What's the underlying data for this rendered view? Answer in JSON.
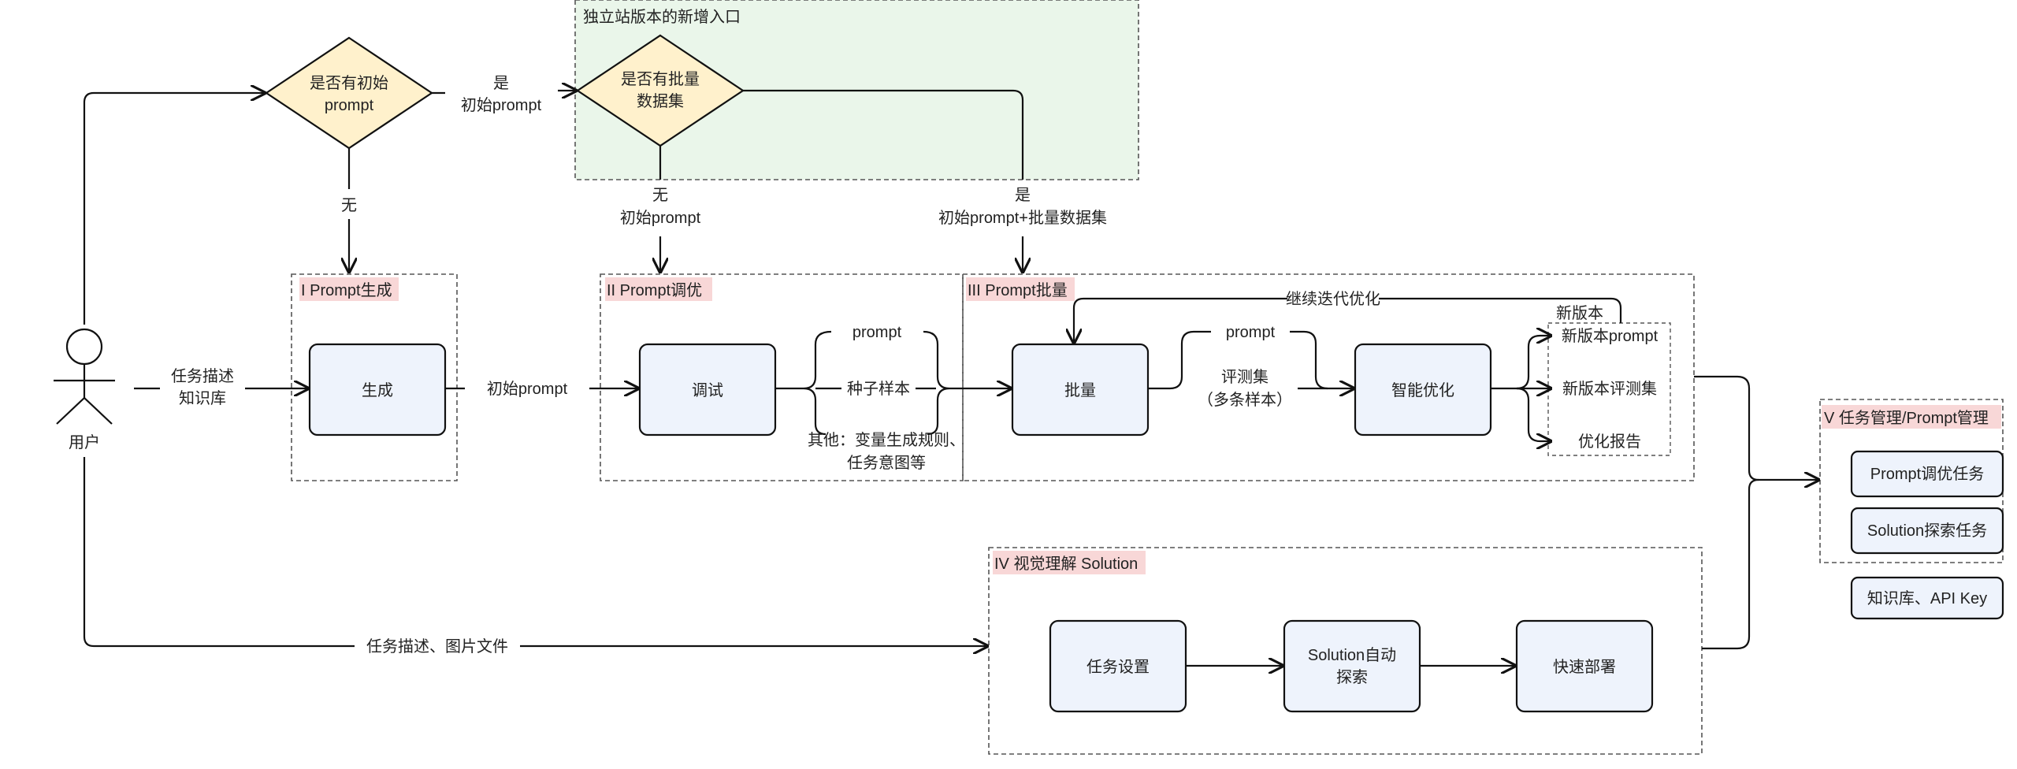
{
  "colors": {
    "stroke": "#111111",
    "dash": "#555555",
    "node_fill": "#eef3fc",
    "diamond_fill": "#fff1cc",
    "green_region": "#eaf6ea",
    "label_highlight": "#f8d7d7"
  },
  "labels": {
    "standalone_region": "独立站版本的新增入口",
    "section1": "I Prompt生成",
    "section2": "II Prompt调优",
    "section3": "III Prompt批量",
    "section4": "IV 视觉理解 Solution",
    "section5": "V 任务管理/Prompt管理"
  },
  "actor": {
    "label": "用户"
  },
  "decisions": {
    "has_initial_prompt": [
      "是否有初始",
      "prompt"
    ],
    "has_batch_dataset": [
      "是否有批量",
      "数据集"
    ]
  },
  "edges": {
    "yes_initial_prompt": [
      "是",
      "初始prompt"
    ],
    "no_top": "无",
    "no_initial_prompt": [
      "无",
      "初始prompt"
    ],
    "yes_prompt_dataset": [
      "是",
      "初始prompt+批量数据集"
    ],
    "task_desc": [
      "任务描述",
      "知识库"
    ],
    "initial_prompt": "初始prompt",
    "continue_iter": "继续迭代优化",
    "new_version": "新版本",
    "task_desc_images": "任务描述、图片文件"
  },
  "nodes": {
    "generate": "生成",
    "debug": "调试",
    "batch": "批量",
    "smart_opt": "智能优化",
    "task_setup": "任务设置",
    "solution_explore": [
      "Solution自动",
      "探索"
    ],
    "quick_deploy": "快速部署",
    "prompt_task": "Prompt调优任务",
    "solution_task": "Solution探索任务",
    "kb_api": "知识库、API Key"
  },
  "debug_inputs": {
    "prompt": "prompt",
    "seed": "种子样本",
    "other": [
      "其他：变量生成规则、",
      "任务意图等"
    ]
  },
  "batch_inputs": {
    "prompt": "prompt",
    "eval": [
      "评测集",
      "（多条样本）"
    ]
  },
  "outputs": [
    "新版本prompt",
    "新版本评测集",
    "优化报告"
  ]
}
